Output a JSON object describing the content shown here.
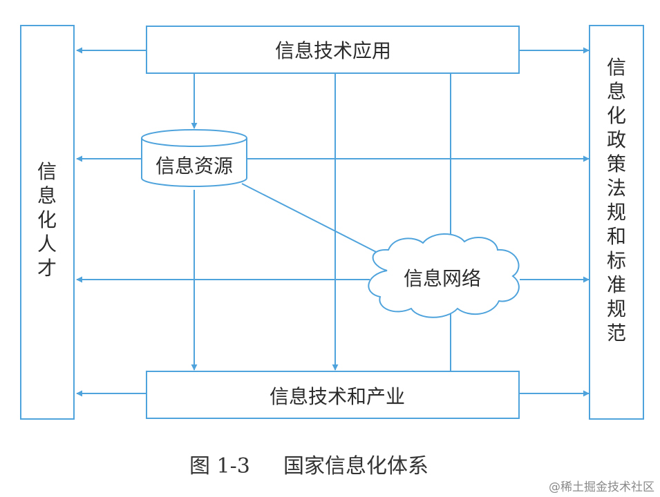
{
  "diagram": {
    "top_box": "信息技术应用",
    "bottom_box": "信息技术和产业",
    "left_box": "信息化人才",
    "right_box": "信息化政策法规和标准规范",
    "database": "信息资源",
    "cloud": "信息网络"
  },
  "caption": {
    "figure_number": "图 1-3",
    "title": "国家信息化体系"
  },
  "watermark": "@稀土掘金技术社区",
  "colors": {
    "line": "#4fa3dc",
    "text": "#2b2b2b",
    "caption": "#333333"
  }
}
